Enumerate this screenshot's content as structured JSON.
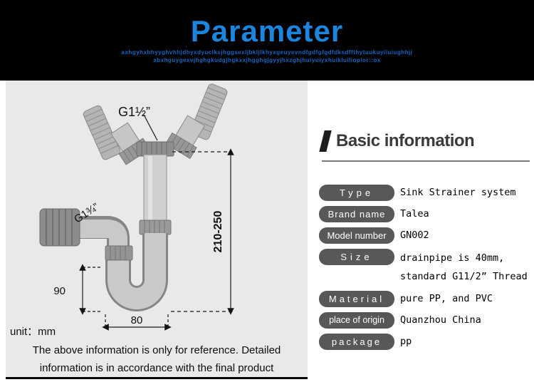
{
  "header": {
    "title": "Parameter",
    "tagline1": "axhgyhxbhyyghvhhjdhyxdyuclksjhggsexijbkljlkhyxgeuyevndfgdfgfgdfdksdffthytuukuyiiuiughhjj",
    "tagline2": "abxhguygexvjhghgkudgjhgkxxjhgghgjgyyjhxzghjhuiyuiyxhuikluiliopior::ox"
  },
  "diagram": {
    "label_top_thread": "G1½”",
    "label_side_thread": "G1¾”",
    "dim_height_range": "210-250",
    "dim_trap_height": "90",
    "dim_trap_width": "80",
    "unit_label": "unit：mm",
    "note_line1": "The above information is only for reference. Detailed",
    "note_line2": "information is in accordance with the final product"
  },
  "info": {
    "heading": "Basic information",
    "rows": [
      {
        "label": "Type",
        "value": "Sink Strainer system"
      },
      {
        "label": "Brand name",
        "value": "Talea"
      },
      {
        "label": "Model number",
        "value": "GN002"
      },
      {
        "label": "Size",
        "value": "drainpipe is 40mm,",
        "value2": "standard G11/2” Thread"
      },
      {
        "label": "Material",
        "value": "pure PP, and PVC"
      },
      {
        "label": "place of origin",
        "value": "Quanzhou China"
      },
      {
        "label": "package",
        "value": "pp"
      }
    ]
  },
  "colors": {
    "accent_blue": "#1a86dd",
    "pill_gray": "#58585a",
    "diagram_bg": "#e9e9e9"
  }
}
